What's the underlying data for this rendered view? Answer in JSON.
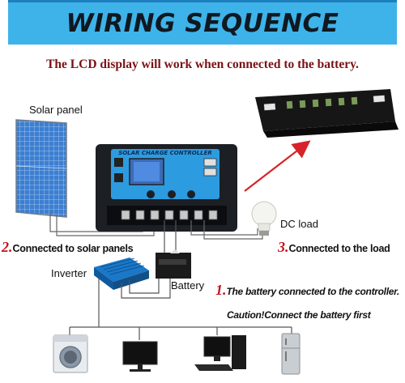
{
  "banner": {
    "title": "WIRING SEQUENCE"
  },
  "subtitle": "The LCD display will work when connected to the battery.",
  "labels": {
    "solar_panel": "Solar panel",
    "dc_load": "DC load",
    "inverter": "Inverter",
    "battery": "Battery"
  },
  "controller": {
    "title": "SOLAR CHARGE CONTROLLER"
  },
  "steps": {
    "step2_num": "2.",
    "step2_text": "Connected to solar panels",
    "step3_num": "3.",
    "step3_text": "Connected to the load",
    "step1_num": "1.",
    "step1_text": "The battery connected to the controller.",
    "caution": "Caution!Connect the battery first"
  },
  "colors": {
    "banner": "#3db3ea",
    "step_number": "#c4161c",
    "subtitle": "#7a1214",
    "arrow": "#d8232a",
    "controller_face": "#2d9be0"
  },
  "icons": [
    "solar-panel-icon",
    "charge-controller-icon",
    "usb-module-icon",
    "light-bulb-icon",
    "inverter-icon",
    "battery-icon",
    "washing-machine-icon",
    "monitor-icon",
    "desktop-computer-icon",
    "refrigerator-icon"
  ]
}
